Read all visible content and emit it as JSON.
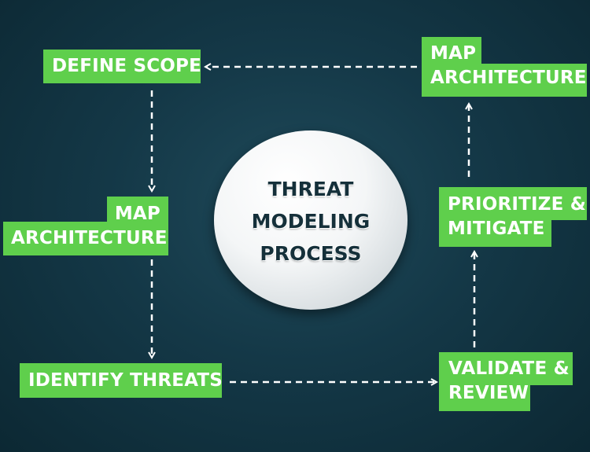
{
  "diagram": {
    "center": {
      "lines": [
        "THREAT",
        "MODELING",
        "PROCESS"
      ]
    },
    "nodes": {
      "define_scope": {
        "lines": [
          "DEFINE SCOPE"
        ]
      },
      "map_architecture_left": {
        "lines": [
          "MAP",
          "ARCHITECTURE"
        ]
      },
      "identify_threats": {
        "lines": [
          "IDENTIFY THREATS"
        ]
      },
      "validate_review": {
        "lines": [
          "VALIDATE &",
          "REVIEW"
        ]
      },
      "prioritize_mitigate": {
        "lines": [
          "PRIORITIZE &",
          "MITIGATE"
        ]
      },
      "map_architecture_right": {
        "lines": [
          "MAP",
          "ARCHITECTURE"
        ]
      }
    },
    "colors": {
      "node_fill": "#5fcf4c",
      "node_text": "#ffffff",
      "arrow": "#ffffff",
      "background": "#143847"
    }
  }
}
